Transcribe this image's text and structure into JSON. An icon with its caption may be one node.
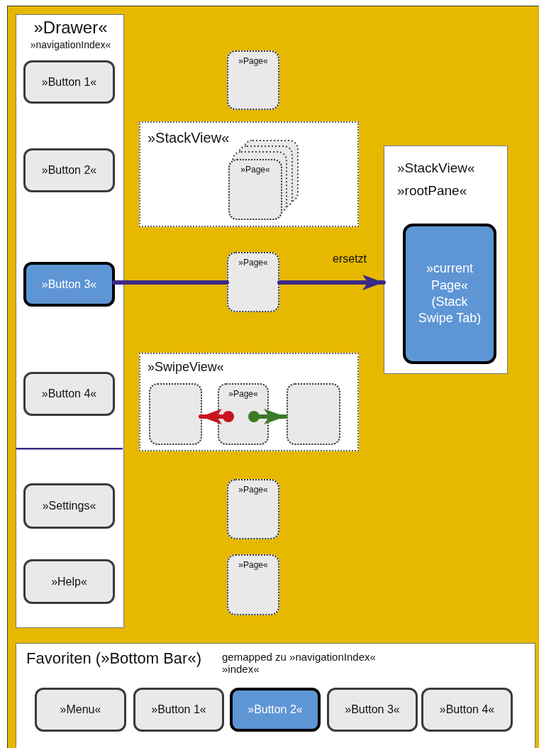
{
  "diagram": {
    "nodes": [
      {
        "text": [
          "»Drawer«",
          "»navigationIndex«"
        ]
      },
      {
        "text": [
          "»Button 1«"
        ],
        "in": 0
      },
      {
        "text": [
          "»Button 2«"
        ],
        "in": 0
      },
      {
        "text": [
          "»Button 3«"
        ],
        "in": 0
      },
      {
        "text": [
          "»Button 4«"
        ],
        "in": 0
      },
      {
        "text": [
          "»Settings«"
        ],
        "in": 0
      },
      {
        "text": [
          "»Help«"
        ],
        "in": 0
      },
      {
        "text": [
          "»Page«"
        ]
      },
      {
        "text": [
          "»StackView«"
        ]
      },
      {
        "text": [
          "»Page«"
        ],
        "in": 8
      },
      {
        "text": [
          "»Page«"
        ]
      },
      {
        "text": [
          "»StackView«",
          "»rootPane«"
        ]
      },
      {
        "text": [
          "»current Page« (Stack Swipe Tab)"
        ],
        "in": 11
      },
      {
        "text": [
          "»SwipeView«"
        ]
      },
      {
        "text": [],
        "shape": "box",
        "in": 13
      },
      {
        "text": [
          "»Page«"
        ],
        "in": 13
      },
      {
        "text": [],
        "shape": "box",
        "in": 13
      },
      {
        "text": [
          "»Page«"
        ]
      },
      {
        "text": [
          "»Page«"
        ]
      },
      {
        "text": [
          "Favoriten (»Bottom Bar«)",
          "gemapped zu »navigationIndex« »index«"
        ]
      },
      {
        "text": [
          "»Menu«"
        ],
        "in": 19
      },
      {
        "text": [
          "»Button 1«"
        ],
        "in": 19
      },
      {
        "text": [
          "»Button 2«"
        ],
        "in": 19
      },
      {
        "text": [
          "»Button 3«"
        ],
        "in": 19
      },
      {
        "text": [
          "»Button 4«"
        ],
        "in": 19
      }
    ],
    "edges": [
      {
        "from": 3,
        "to": 10,
        "arrow": "none",
        "color": "#3a2a86"
      },
      {
        "from": 10,
        "to": 11,
        "arrow": "to",
        "label": "ersetzt",
        "color": "#3a2a86"
      },
      {
        "from": 15,
        "to": 14,
        "arrow": "to",
        "color": "#c8141e"
      },
      {
        "from": 15,
        "to": 16,
        "arrow": "to",
        "color": "#3a7a26"
      }
    ]
  }
}
